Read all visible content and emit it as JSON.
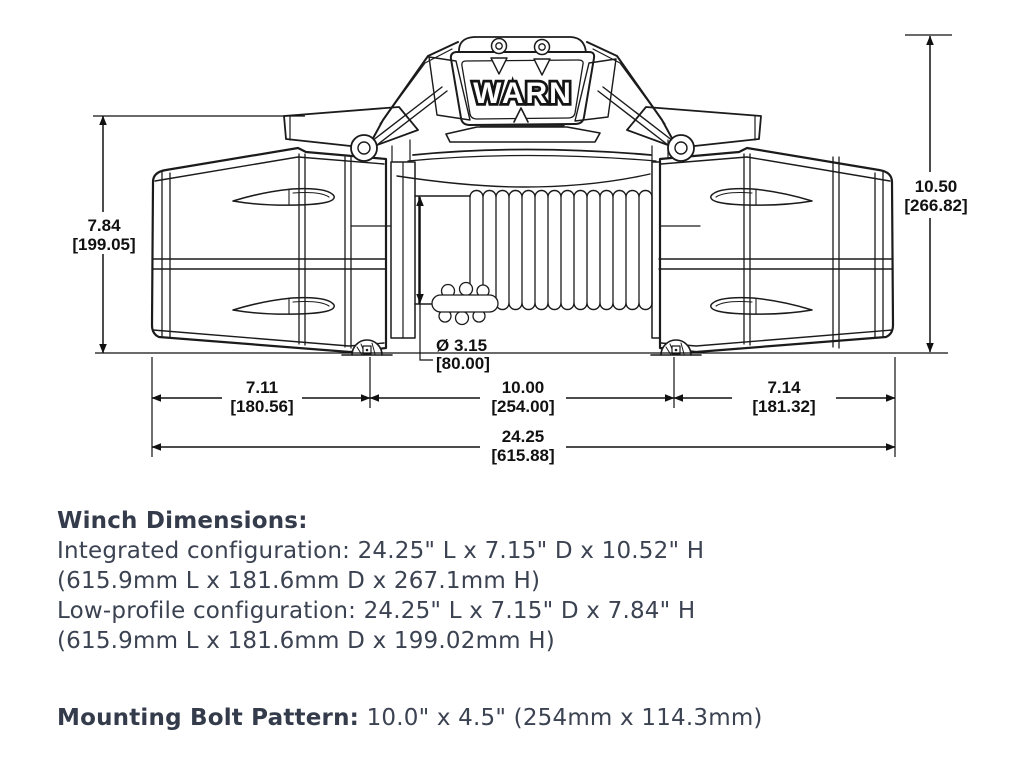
{
  "diagram": {
    "brand": "WARN",
    "dims": {
      "height_low": {
        "in": "7.84",
        "mm": "[199.05]"
      },
      "height_overall": {
        "in": "10.50",
        "mm": "[266.82]"
      },
      "width_left": {
        "in": "7.11",
        "mm": "[180.56]"
      },
      "width_center": {
        "in": "10.00",
        "mm": "[254.00]"
      },
      "width_right": {
        "in": "7.14",
        "mm": "[181.32]"
      },
      "width_overall": {
        "in": "24.25",
        "mm": "[615.88]"
      },
      "drum_diameter": {
        "in": "Ø 3.15",
        "mm": "[80.00]"
      }
    }
  },
  "specs": {
    "heading": "Winch Dimensions:",
    "lines": [
      "Integrated configuration: 24.25\" L x 7.15\" D x 10.52\" H",
      "(615.9mm L x 181.6mm D x 267.1mm H)",
      "Low-profile configuration: 24.25\" L x 7.15\" D x 7.84\" H",
      "(615.9mm L x 181.6mm D x 199.02mm H)"
    ]
  },
  "mounting": {
    "label": "Mounting Bolt Pattern:",
    "value": "10.0\" x 4.5\" (254mm x 114.3mm)"
  }
}
